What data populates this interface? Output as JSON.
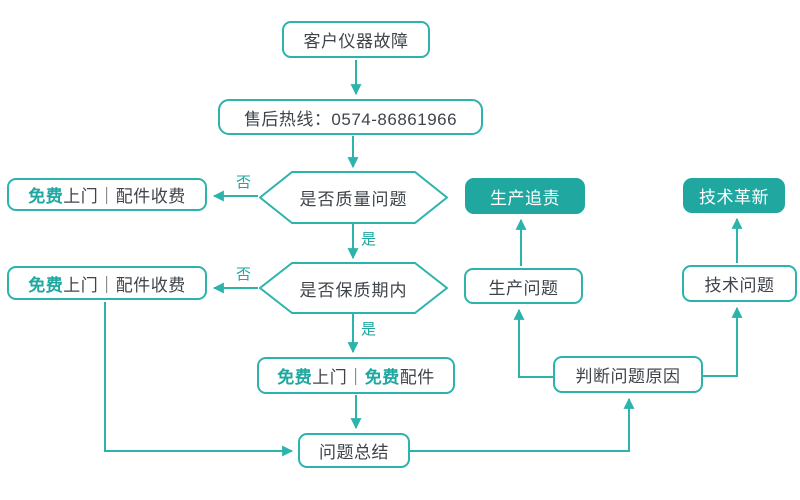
{
  "palette": {
    "teal_fill": "#1fa7a0",
    "teal_line": "#2cb3ac",
    "text_dark": "#3f444a",
    "background": "#ffffff"
  },
  "diagram": {
    "nodes": {
      "start": "客户仪器故障",
      "hotline": "售后热线：0574-86861966",
      "decision_quality": "是否质量问题",
      "decision_warranty": "是否保质期内",
      "free_visit_paid_parts": {
        "accent1": "免费",
        "rest": "上门｜配件收费"
      },
      "free_visit_free_parts": {
        "accent1": "免费",
        "mid": "上门｜",
        "accent2": "免费",
        "rest": "配件"
      },
      "summary": "问题总结",
      "judge_cause": "判断问题原因",
      "production_issue": "生产问题",
      "production_accountability": "生产追责",
      "technical_issue": "技术问题",
      "technical_innovation": "技术革新"
    },
    "edge_labels": {
      "yes": "是",
      "no": "否"
    }
  }
}
